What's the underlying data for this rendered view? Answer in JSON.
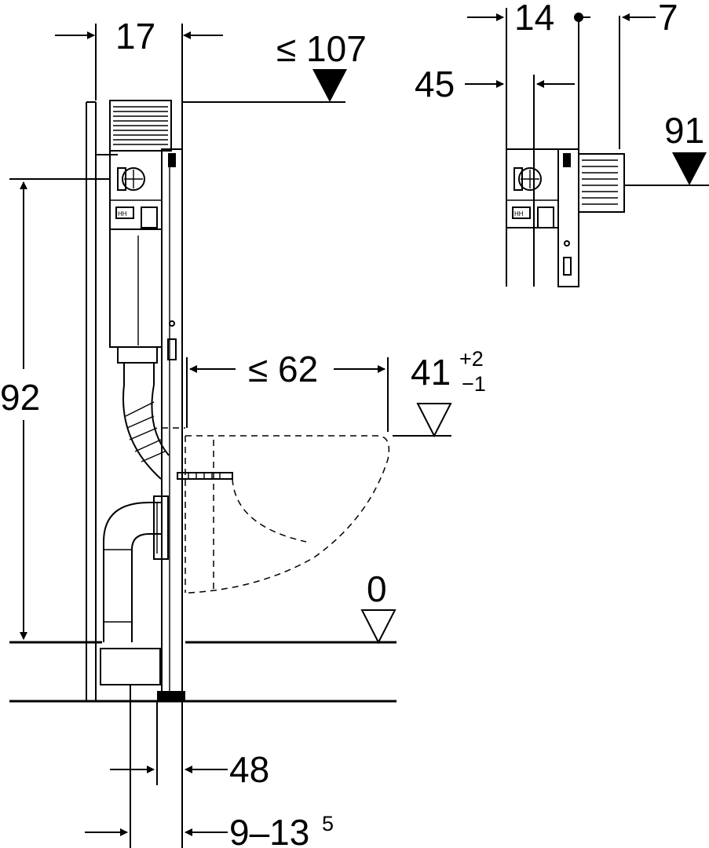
{
  "dimensions": {
    "frame_depth": "17",
    "max_top_height": "≤ 107",
    "frame_height": "92",
    "max_distance": "≤ 62",
    "seat_height_base": "41",
    "seat_tol_plus": "+2",
    "seat_tol_minus": "−1",
    "floor_level": "0",
    "pipe_offset": "48",
    "wall_gap_base": "9–13",
    "wall_gap_sup": "5",
    "alt_depth": "14",
    "alt_offset": "7",
    "alt_distance": "45",
    "alt_height": "91"
  }
}
